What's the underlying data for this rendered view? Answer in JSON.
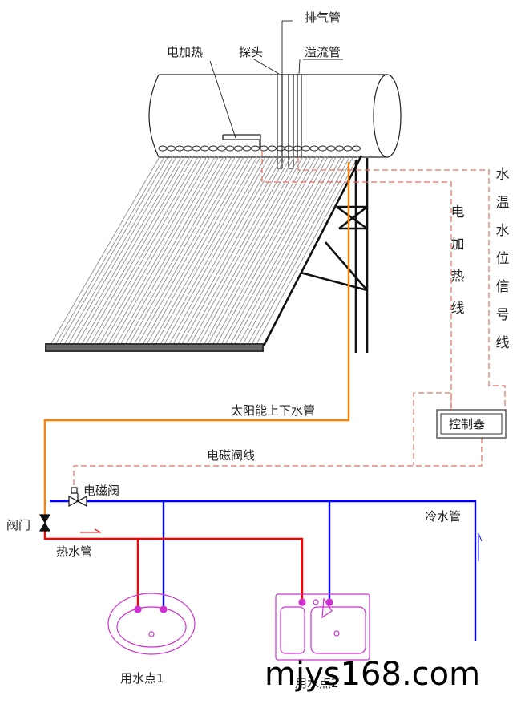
{
  "labels": {
    "electric_heater": "电加热",
    "probe": "探头",
    "vent_pipe": "排气管",
    "overflow_pipe": "溢流管",
    "heater_wire": "电加热线",
    "temp_level_signal_wire": "水温水位信号线",
    "controller": "控制器",
    "solar_up_down_pipe": "太阳能上下水管",
    "solenoid_valve_wire": "电磁阀线",
    "solenoid_valve": "电磁阀",
    "valve": "阀门",
    "hot_water_pipe": "热水管",
    "cold_water_pipe": "冷水管",
    "point_1": "用水点1",
    "point_2": "用水点2"
  },
  "watermark": "mjys168.com",
  "colors": {
    "hot": "#ff0000",
    "cold": "#0000ff",
    "solar_pipe": "#ff8000",
    "signal": "#e07060",
    "fixture": "#d030d0",
    "structure": "#222222"
  }
}
